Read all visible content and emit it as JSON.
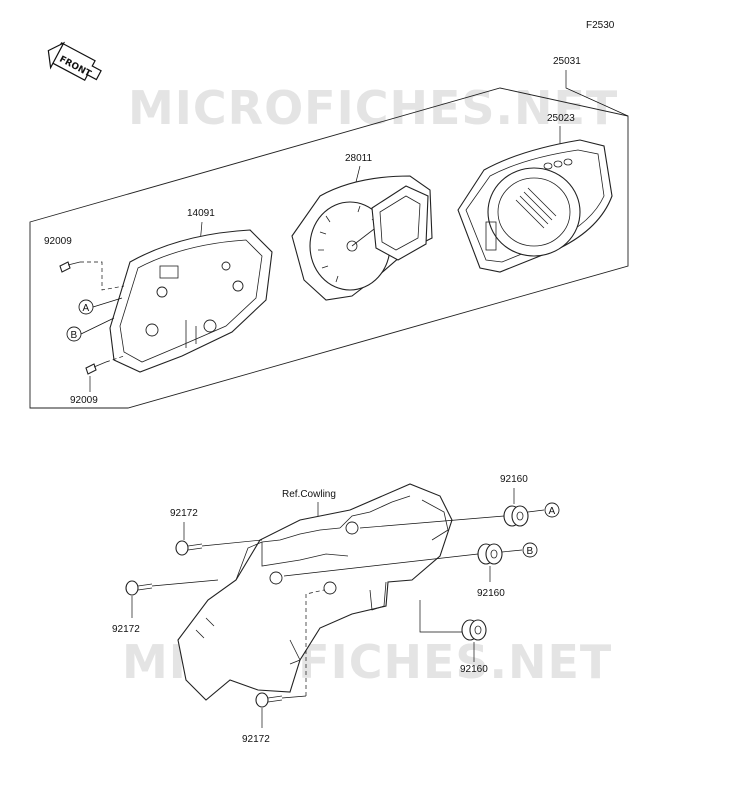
{
  "diagram": {
    "figure_code": "F2530",
    "front_arrow_label": "FRONT",
    "watermark": "MICROFICHES.NET",
    "labels": {
      "assembly_25031": "25031",
      "cover_25023": "25023",
      "meter_28011": "28011",
      "case_14091": "14091",
      "screw_top": "92009",
      "screw_bottom": "92009",
      "ref_note": "Ref.Cowling",
      "screw_92172_top": "92172",
      "screw_92172_mid": "92172",
      "screw_92172_bottom": "92172",
      "grommet_a": "92160",
      "grommet_b": "92160",
      "grommet_c": "92160"
    },
    "callouts": {
      "a_left": "A",
      "b_left": "B",
      "a_right": "A",
      "b_right": "B"
    }
  }
}
